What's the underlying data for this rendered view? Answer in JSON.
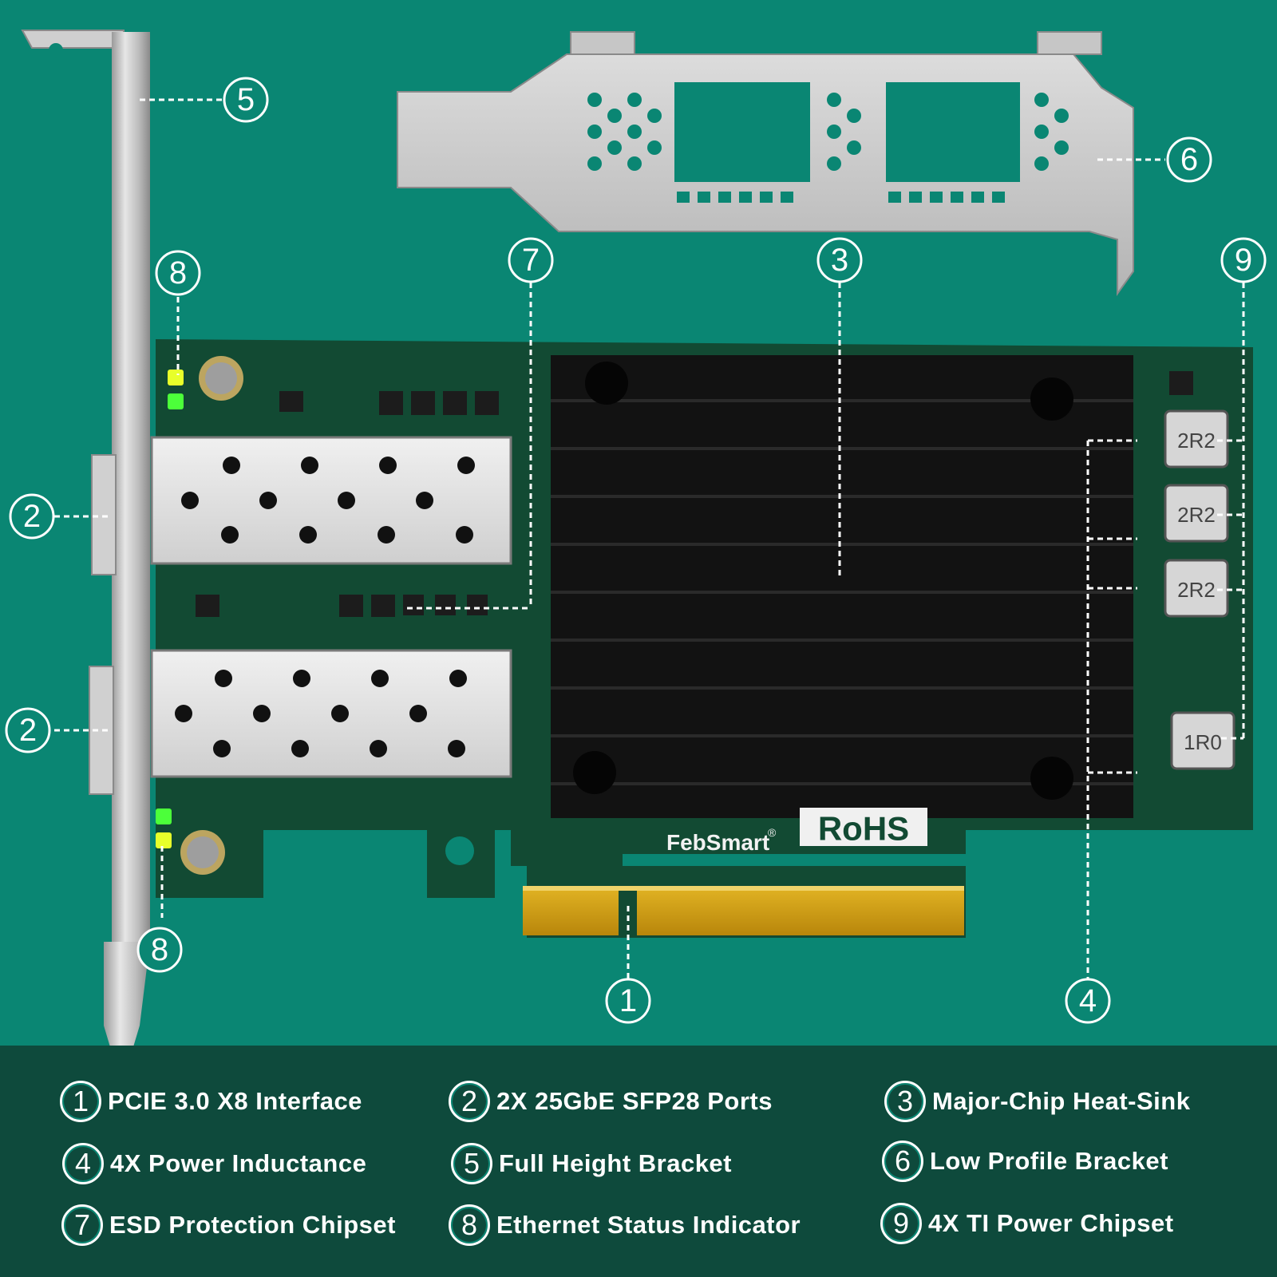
{
  "colors": {
    "background": "#0a8673",
    "legend_background": "#0e4a3c",
    "pcb": "#124a33",
    "heatsink": "#121212",
    "bracket": "#c8c8c8",
    "gold_contacts": "#d8a818",
    "led_green": "#4cff3a",
    "led_yellow": "#e8ff2a"
  },
  "board": {
    "brand": "FebSmart",
    "brand_mark": "®",
    "cert_label": "RoHS",
    "inductor_labels": [
      "2R2",
      "2R2",
      "2R2",
      "1R0"
    ]
  },
  "callouts": {
    "c1": "1",
    "c2a": "2",
    "c2b": "2",
    "c3": "3",
    "c4": "4",
    "c5": "5",
    "c6": "6",
    "c7": "7",
    "c8a": "8",
    "c8b": "8",
    "c9": "9"
  },
  "legend": {
    "items": [
      {
        "num": "1",
        "label": "PCIE 3.0 X8 Interface"
      },
      {
        "num": "2",
        "label": "2X 25GbE SFP28 Ports"
      },
      {
        "num": "3",
        "label": "Major-Chip Heat-Sink"
      },
      {
        "num": "4",
        "label": "4X Power Inductance"
      },
      {
        "num": "5",
        "label": "Full Height Bracket"
      },
      {
        "num": "6",
        "label": "Low Profile Bracket"
      },
      {
        "num": "7",
        "label": "ESD Protection Chipset"
      },
      {
        "num": "8",
        "label": "Ethernet Status Indicator"
      },
      {
        "num": "9",
        "label": "4X TI Power Chipset"
      }
    ]
  }
}
